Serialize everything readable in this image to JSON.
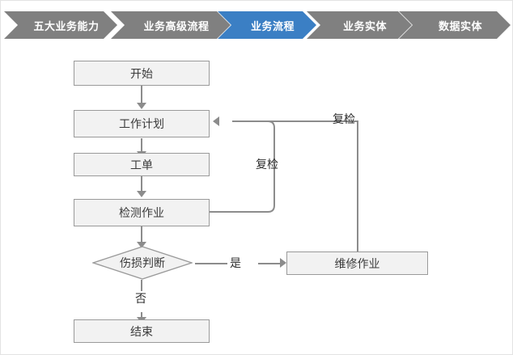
{
  "breadcrumb": {
    "items": [
      {
        "label": "五大业务能力",
        "active": false,
        "color": "#808080"
      },
      {
        "label": "业务高级流程",
        "active": false,
        "color": "#808080"
      },
      {
        "label": "业务流程",
        "active": true,
        "color": "#3b7fc4"
      },
      {
        "label": "业务实体",
        "active": false,
        "color": "#808080"
      },
      {
        "label": "数据实体",
        "active": false,
        "color": "#808080"
      }
    ]
  },
  "flowchart": {
    "nodes": {
      "start": {
        "label": "开始"
      },
      "work_plan": {
        "label": "工作计划"
      },
      "work_order": {
        "label": "工单"
      },
      "inspection": {
        "label": "检测作业"
      },
      "decision": {
        "label": "伤损判断"
      },
      "repair": {
        "label": "维修作业"
      },
      "end": {
        "label": "结束"
      }
    },
    "edge_labels": {
      "yes": "是",
      "no": "否",
      "recheck_inspection": "复检",
      "recheck_repair": "复检"
    }
  },
  "colors": {
    "accent": "#3b7fc4",
    "chevron_gray": "#808080",
    "node_fill": "#f2f2f2",
    "node_border": "#9a9a9a",
    "line": "#8c8c8c",
    "text": "#3b3b3b",
    "canvas": "#ffffff"
  }
}
